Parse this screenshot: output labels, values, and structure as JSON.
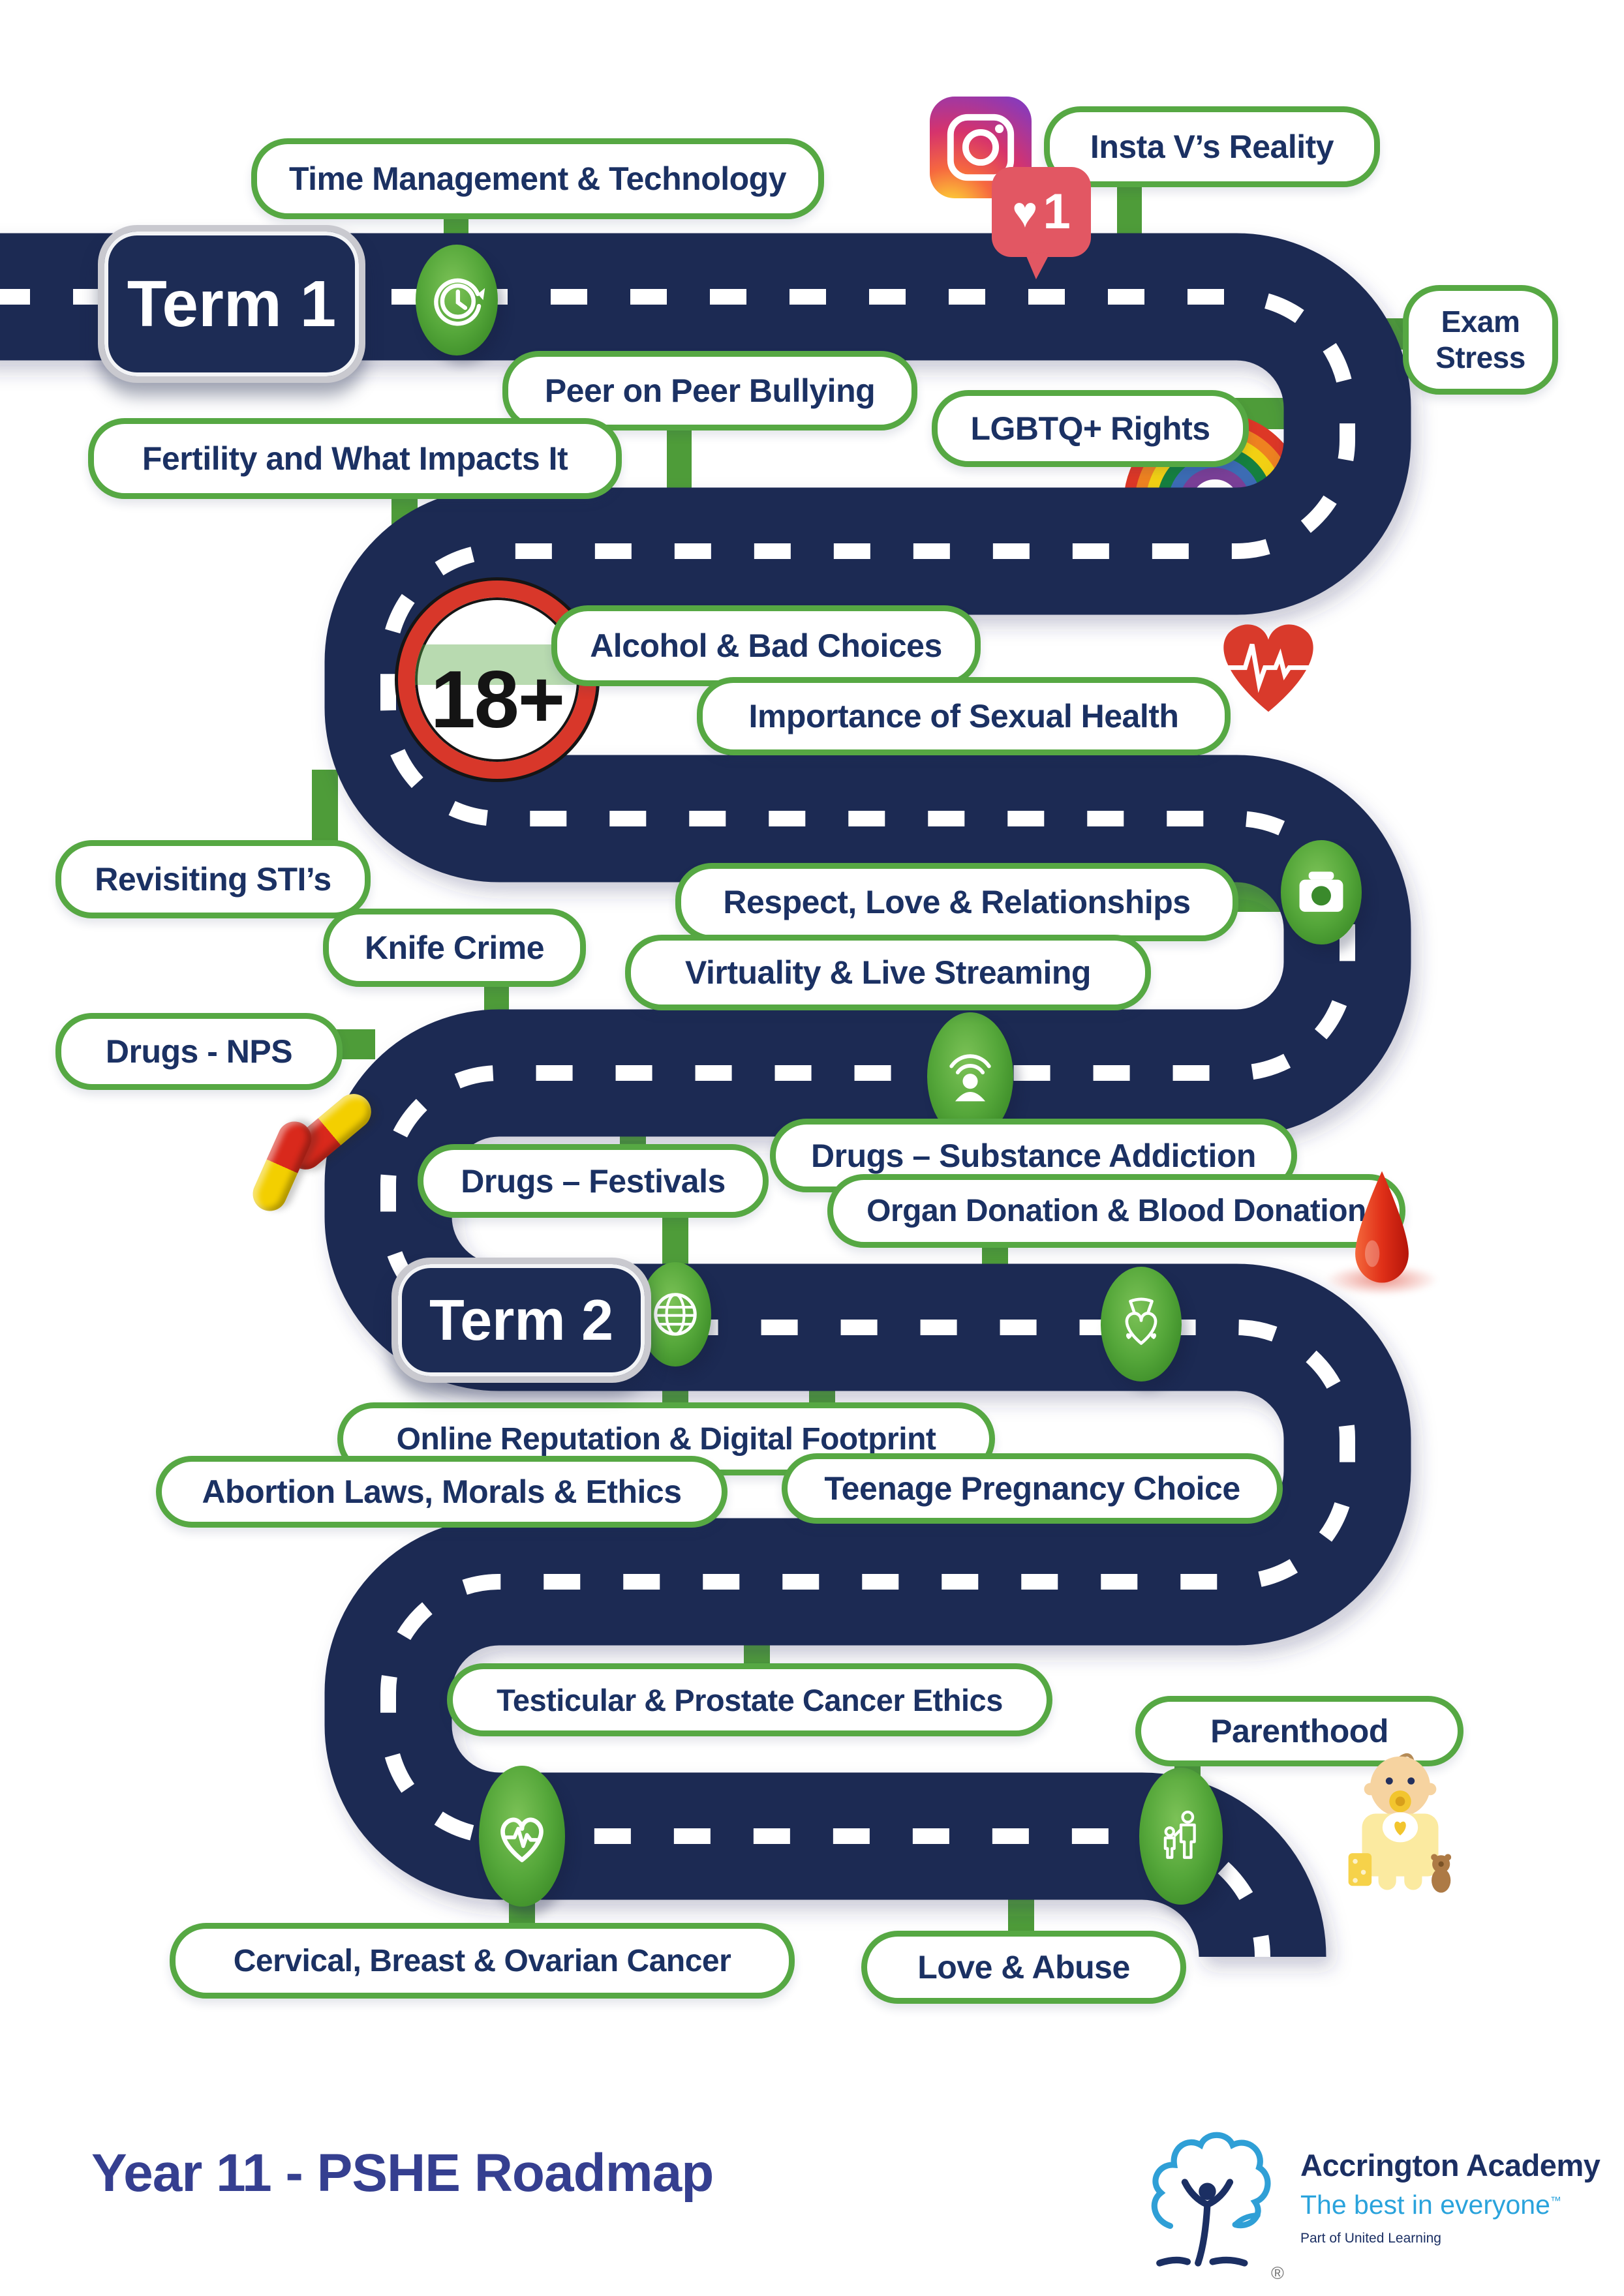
{
  "title": "Year 11 - PSHE Roadmap",
  "terms": {
    "term1": "Term 1",
    "term2": "Term 2"
  },
  "topics": {
    "time_management": "Time Management & Technology",
    "insta_reality": "Insta V’s Reality",
    "exam_stress": "Exam Stress",
    "peer_bullying": "Peer on Peer Bullying",
    "lgbtq_rights": "LGBTQ+ Rights",
    "fertility": "Fertility and What Impacts It",
    "alcohol": "Alcohol & Bad Choices",
    "sexual_health": "Importance of Sexual Health",
    "revisiting_stis": "Revisiting STI’s",
    "knife_crime": "Knife Crime",
    "respect_love": "Respect, Love & Relationships",
    "virtuality": "Virtuality & Live Streaming",
    "drugs_nps": "Drugs - NPS",
    "drugs_substance": "Drugs – Substance Addiction",
    "drugs_festivals": "Drugs – Festivals",
    "organ_donation": "Organ Donation & Blood Donation",
    "online_reputation": "Online Reputation & Digital Footprint",
    "abortion": "Abortion Laws, Morals & Ethics",
    "teenage_pregnancy": "Teenage Pregnancy Choice",
    "testicular": "Testicular & Prostate Cancer Ethics",
    "parenthood": "Parenthood",
    "cervical": "Cervical, Breast & Ovarian Cancer",
    "love_abuse": "Love & Abuse"
  },
  "signs": {
    "age_limit": "18+",
    "like_count": "1",
    "like_heart": "♥"
  },
  "logo": {
    "name": "Accrington Academy",
    "tagline": "The best in everyone",
    "tm": "™",
    "registered": "®",
    "sub": "Part of United Learning"
  },
  "icons": {
    "clock": "history-clock",
    "camera": "camera",
    "webcam": "live-streaming",
    "globe": "globe",
    "organ": "organ-donation-heart",
    "heart_pulse": "heart-pulse",
    "parent_child": "parent-and-child",
    "instagram": "instagram",
    "like": "like-notification",
    "heart_ekg": "heartbeat-heart",
    "rainbow": "rainbow",
    "pills": "drug-capsules",
    "blood_drop": "blood-drop",
    "baby": "baby",
    "age_sign": "18-plus-road-sign"
  },
  "colors": {
    "road_navy": "#1F2A53",
    "pill_green": "#56A843",
    "connector_green": "#4E9C39",
    "text_navy": "#1B3163",
    "sign_red": "#D8372A",
    "title_blue": "#353F90",
    "logo_light_blue": "#2AA3DC",
    "like_red": "#E25763"
  }
}
